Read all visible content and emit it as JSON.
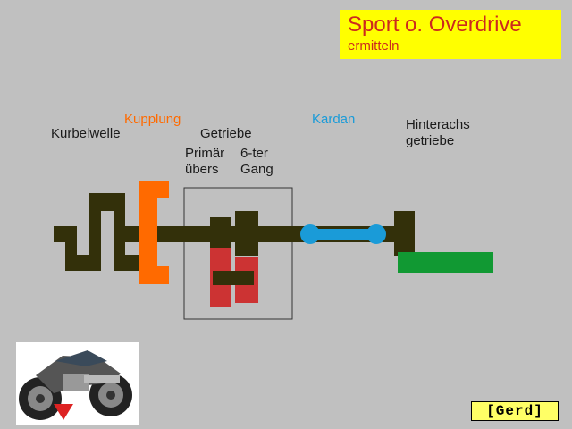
{
  "title": {
    "main": "Sport o. Overdrive",
    "sub": "ermitteln"
  },
  "labels": {
    "kurbelwelle": "Kurbelwelle",
    "kupplung": "Kupplung",
    "getriebe": "Getriebe",
    "primaer_1": "Primär",
    "primaer_2": "übers",
    "gang_1": "6-ter",
    "gang_2": "Gang",
    "kardan": "Kardan",
    "hinterachs_1": "Hinterachs",
    "hinterachs_2": "getriebe"
  },
  "logo": {
    "text": "Gerd"
  },
  "colors": {
    "background": "#c0c0c0",
    "shaft": "#33300a",
    "clutch": "#ff6a00",
    "gear_red": "#cc3333",
    "kardan": "#1a9bd8",
    "rear_green": "#119933",
    "title_bg": "#ffff00",
    "title_text": "#cc2a1e"
  },
  "icons": {
    "motorcycle": "motorcycle-icon",
    "arrow": "red-arrow-icon"
  }
}
